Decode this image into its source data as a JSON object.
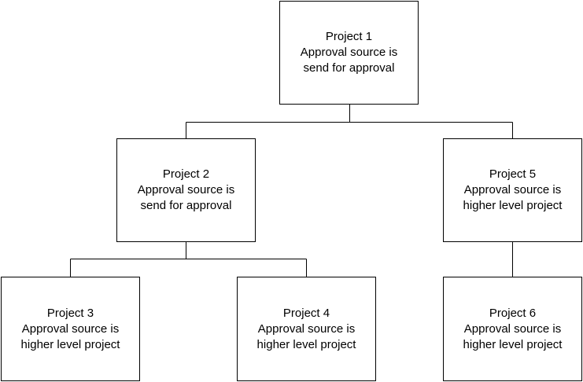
{
  "diagram": {
    "nodes": [
      {
        "id": "p1",
        "title": "Project 1",
        "line2": "Approval source is",
        "line3": "send for approval"
      },
      {
        "id": "p2",
        "title": "Project 2",
        "line2": "Approval source is",
        "line3": "send for approval"
      },
      {
        "id": "p3",
        "title": "Project 3",
        "line2": "Approval source is",
        "line3": "higher level project"
      },
      {
        "id": "p4",
        "title": "Project 4",
        "line2": "Approval source is",
        "line3": "higher level project"
      },
      {
        "id": "p5",
        "title": "Project 5",
        "line2": "Approval source is",
        "line3": "higher level project"
      },
      {
        "id": "p6",
        "title": "Project 6",
        "line2": "Approval source is",
        "line3": "higher level project"
      }
    ],
    "edges": [
      {
        "from": "p1",
        "to": "p2"
      },
      {
        "from": "p1",
        "to": "p5"
      },
      {
        "from": "p2",
        "to": "p3"
      },
      {
        "from": "p2",
        "to": "p4"
      },
      {
        "from": "p5",
        "to": "p6"
      }
    ],
    "colors": {
      "border": "#000000",
      "background": "#ffffff",
      "text": "#000000"
    }
  }
}
